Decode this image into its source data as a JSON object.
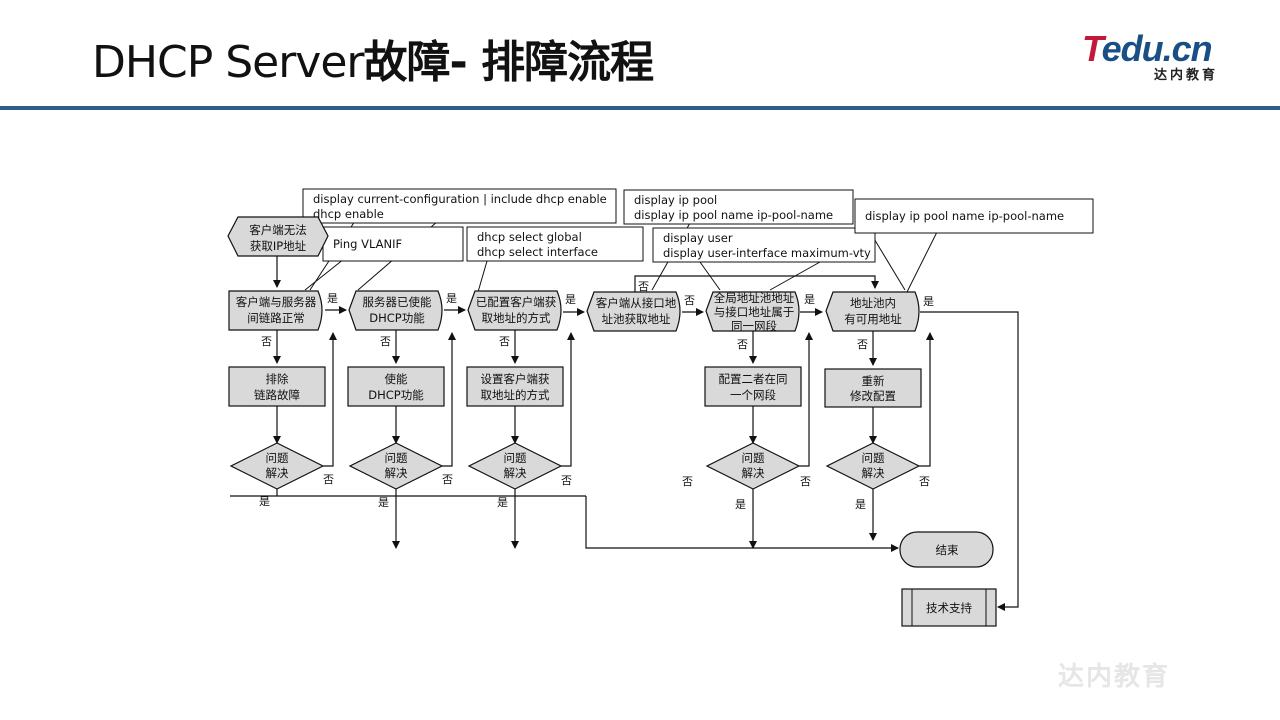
{
  "slide": {
    "title_latin": "DHCP Server",
    "title_cjk": "故障- 排障流程",
    "logo_text_t": "T",
    "logo_text_rest": "edu.cn",
    "logo_sub": "达内教育",
    "watermark": "达内教育"
  },
  "callouts": {
    "c1_line1": "display current-configuration | include dhcp enable",
    "c1_line2": "dhcp enable",
    "c2": "Ping VLANIF",
    "c3_line1": "dhcp select global",
    "c3_line2": "dhcp select interface",
    "c4_line1": "display ip pool",
    "c4_line2": "display ip pool name ip-pool-name",
    "c5_line1": "display user",
    "c5_line2": "display user-interface maximum-vty",
    "c6": "display ip pool name ip-pool-name"
  },
  "nodes": {
    "start_l1": "客户端无法",
    "start_l2": "获取IP地址",
    "q1_l1": "客户端与服务器",
    "q1_l2": "间链路正常",
    "q2_l1": "服务器已使能",
    "q2_l2": "DHCP功能",
    "q3_l1": "已配置客户端获",
    "q3_l2": "取地址的方式",
    "q4_l1": "客户端从接口地",
    "q4_l2": "址池获取地址",
    "q5_l1": "全局地址池地址",
    "q5_l2": "与接口地址属于",
    "q5_l3": "同一网段",
    "q6_l1": "地址池内",
    "q6_l2": "有可用地址",
    "a1_l1": "排除",
    "a1_l2": "链路故障",
    "a2_l1": "使能",
    "a2_l2": "DHCP功能",
    "a3_l1": "设置客户端获",
    "a3_l2": "取地址的方式",
    "a5_l1": "配置二者在同",
    "a5_l2": "一个网段",
    "a6_l1": "重新",
    "a6_l2": "修改配置",
    "d_l1": "问题",
    "d_l2": "解决",
    "end": "结束",
    "support": "技术支持"
  },
  "labels": {
    "yes": "是",
    "no": "否"
  }
}
